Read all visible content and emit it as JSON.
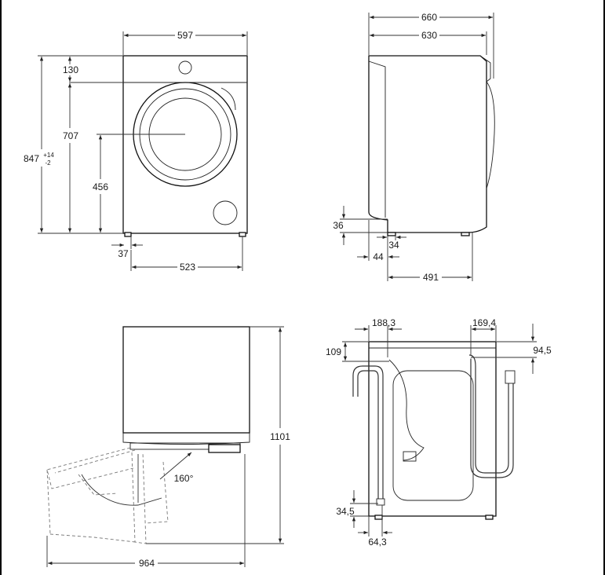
{
  "colors": {
    "line": "#111111",
    "background": "#ffffff",
    "frame": "#000000"
  },
  "front_view": {
    "width": "597",
    "top_panel": "130",
    "door_top": "707",
    "door_center": "456",
    "total_height": "847",
    "tolerance_plus": "+14",
    "tolerance_minus": "-2",
    "foot_offset": "37",
    "foot_spacing": "523"
  },
  "side_view": {
    "depth_total": "660",
    "depth_body": "630",
    "foot_height": "36",
    "foot_inset_front": "34",
    "foot_inset_back": "44",
    "foot_spacing": "491"
  },
  "top_view": {
    "height_door_open": "1101",
    "width_door_open": "964",
    "door_angle": "160°"
  },
  "rear_view": {
    "left_hose_offset": "188,3",
    "right_hose_offset": "169,4",
    "top_offset_left": "109",
    "top_offset_right": "94,5",
    "bottom_hose_height": "34,5",
    "bottom_hose_offset": "64,3"
  }
}
